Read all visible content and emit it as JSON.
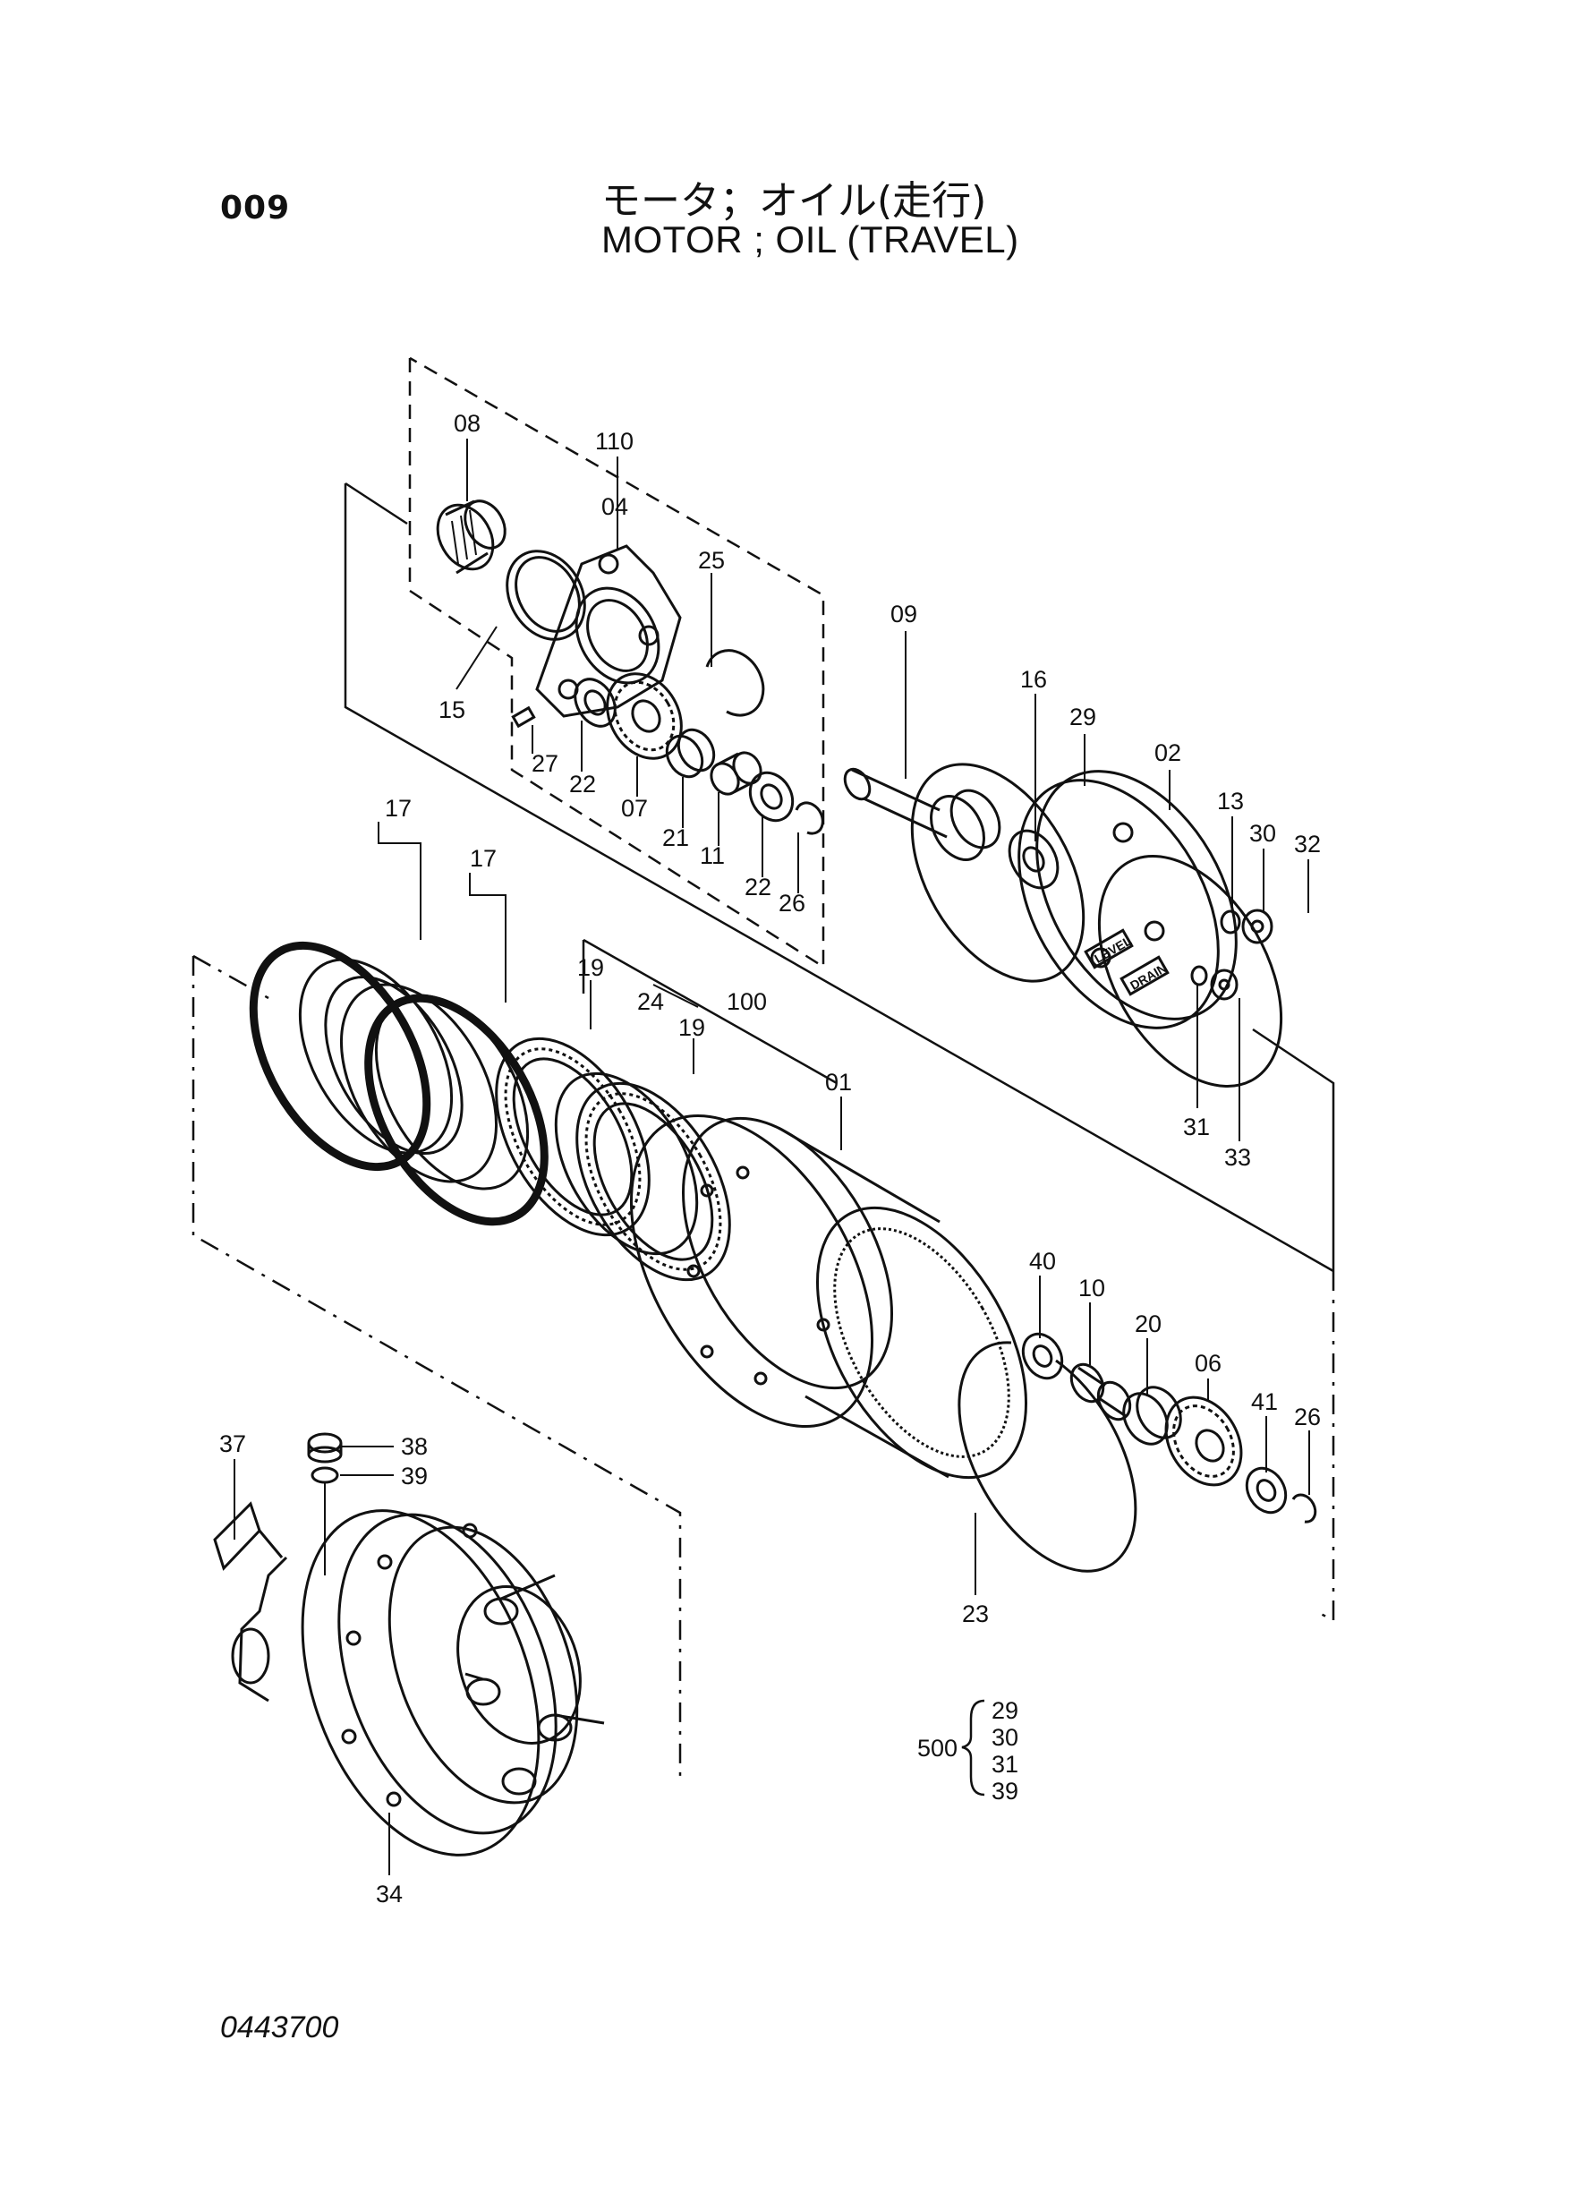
{
  "header": {
    "page_number": "009",
    "title_jp": "モータ；オイル(走行)",
    "title_en": "MOTOR ; OIL (TRAVEL)"
  },
  "callouts": {
    "c08": "08",
    "c110": "110",
    "c04": "04",
    "c25": "25",
    "c09": "09",
    "c16": "16",
    "c29": "29",
    "c02": "02",
    "c13": "13",
    "c30": "30",
    "c32": "32",
    "c15": "15",
    "c27": "27",
    "c22a": "22",
    "c07": "07",
    "c21": "21",
    "c11": "11",
    "c22b": "22",
    "c26a": "26",
    "c17a": "17",
    "c17b": "17",
    "c19a": "19",
    "c24": "24",
    "c100": "100",
    "c19b": "19",
    "c01": "01",
    "c31": "31",
    "c33": "33",
    "c40": "40",
    "c10": "10",
    "c20": "20",
    "c06": "06",
    "c41": "41",
    "c26b": "26",
    "c23": "23",
    "c37": "37",
    "c38": "38",
    "c39": "39",
    "c34": "34"
  },
  "kit": {
    "id": "500",
    "members": [
      "29",
      "30",
      "31",
      "39"
    ]
  },
  "plate_labels": {
    "level": "LEVEL",
    "drain": "DRAIN"
  },
  "footer": {
    "doc_code": "0443700"
  }
}
